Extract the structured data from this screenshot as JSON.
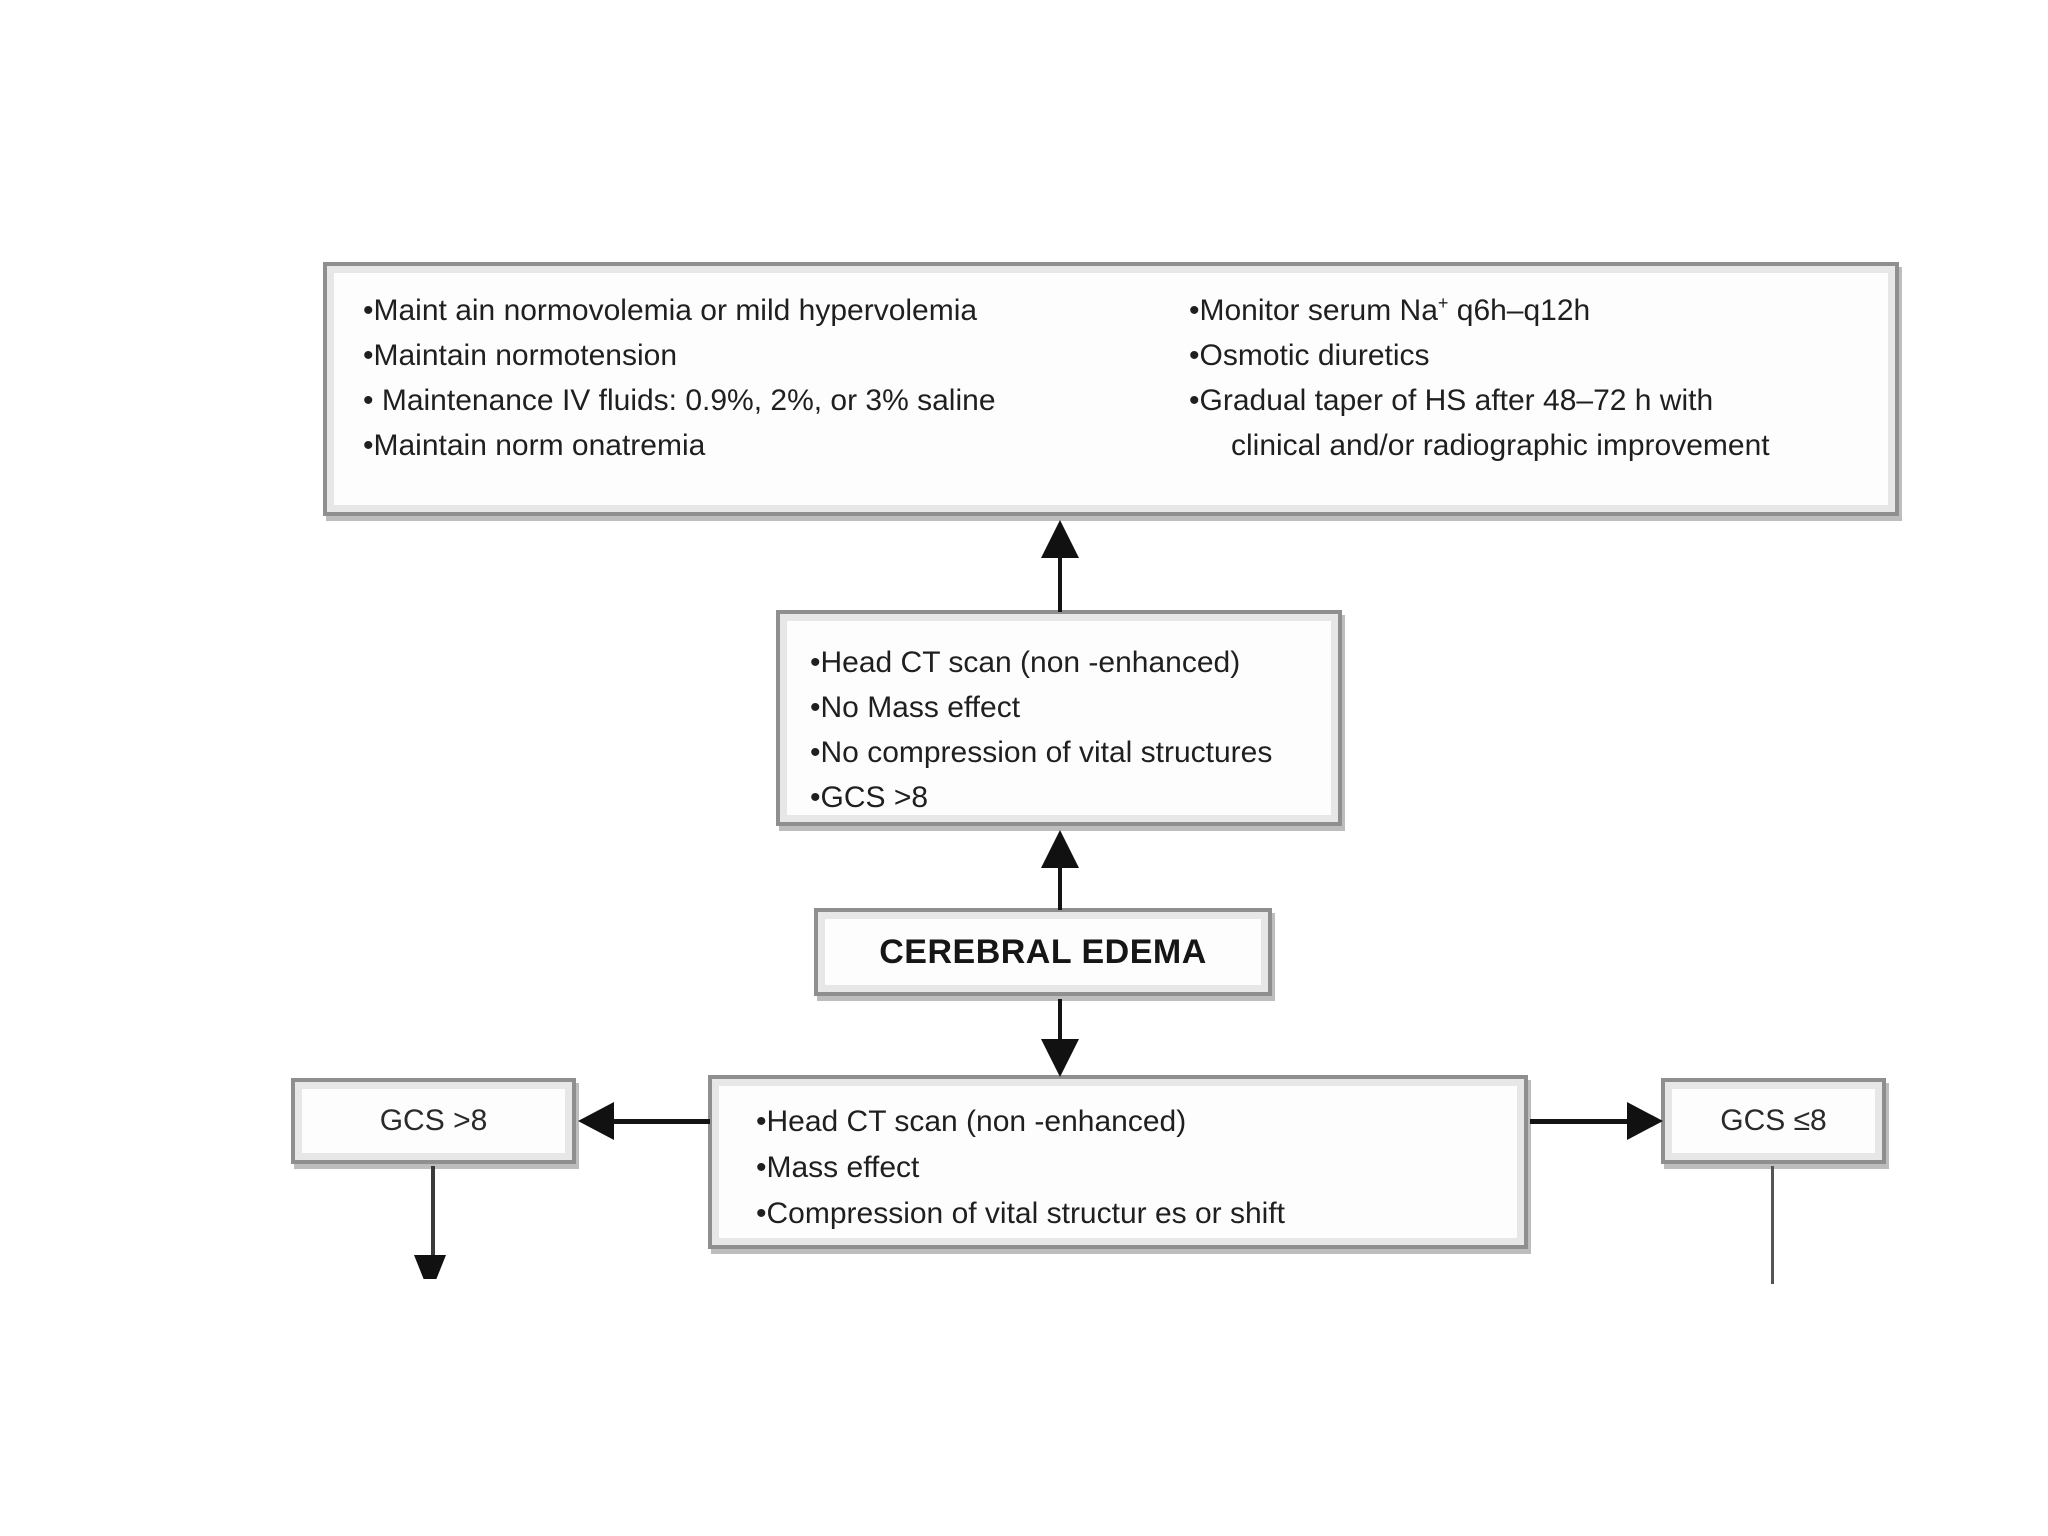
{
  "maintenance_box": {
    "left_items": [
      "•Maint ain normovolemia or mild hypervolemia",
      "•Maintain normotension",
      "• Maintenance  IV fluids: 0.9%, 2%, or 3% saline",
      "•Maintain norm onatremia"
    ],
    "monitor_line": {
      "prefix": "•Monitor serum Na",
      "superscript": "+",
      "suffix": " q6h–q12h"
    },
    "right_items": [
      "•Osmotic diuretics",
      "•Gradual taper of HS  after 48–72 h with",
      "clinical and/or radiographic improvement"
    ]
  },
  "ct_no_mass_box": {
    "items": [
      "•Head CT scan (non -enhanced)",
      "•No Mass effect",
      "•No compression of vital structures",
      "•GCS >8"
    ]
  },
  "cerebral_edema_box": {
    "label": "CEREBRAL EDEMA"
  },
  "ct_mass_box": {
    "items": [
      "•Head CT scan (non -enhanced)",
      "•Mass effect",
      "•Compression of vital structur es or shift"
    ]
  },
  "gcs_gt8_box": {
    "label": "GCS >8"
  },
  "gcs_le8_box": {
    "label": "GCS ≤8"
  },
  "colors": {
    "background": "#ffffff",
    "box_fill": "#fdfdfd",
    "box_border": "#8f8f8f",
    "box_inner_band": "#e7e7e7",
    "arrow": "#111111",
    "text": "#1f1f1f"
  }
}
